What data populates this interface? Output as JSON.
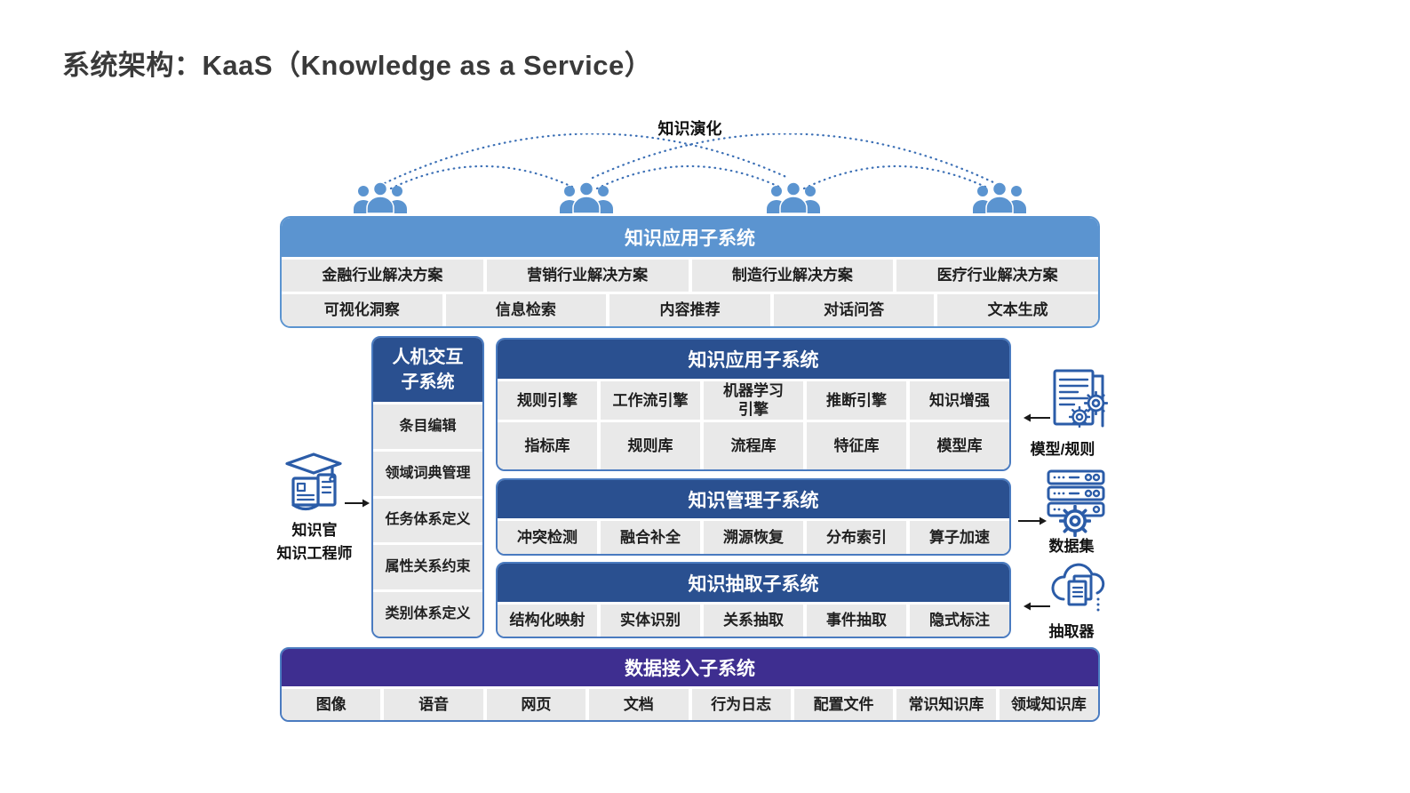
{
  "page": {
    "title": "系统架构：KaaS（Knowledge as a Service）"
  },
  "evolution": {
    "label": "知识演化"
  },
  "top_block": {
    "header": "知识应用子系统",
    "solutions": [
      "金融行业解决方案",
      "营销行业解决方案",
      "制造行业解决方案",
      "医疗行业解决方案"
    ],
    "capabilities": [
      "可视化洞察",
      "信息检索",
      "内容推荐",
      "对话问答",
      "文本生成"
    ]
  },
  "hmi_block": {
    "header_lines": [
      "人机交互",
      "子系统"
    ],
    "items": [
      "条目编辑",
      "领域词典管理",
      "任务体系定义",
      "属性关系约束",
      "类别体系定义"
    ]
  },
  "application_block": {
    "header": "知识应用子系统",
    "engines": [
      "规则引擎",
      "工作流引擎",
      "机器学习引擎",
      "推断引擎",
      "知识增强"
    ],
    "libraries": [
      "指标库",
      "规则库",
      "流程库",
      "特征库",
      "模型库"
    ]
  },
  "management_block": {
    "header": "知识管理子系统",
    "items": [
      "冲突检测",
      "融合补全",
      "溯源恢复",
      "分布索引",
      "算子加速"
    ]
  },
  "extraction_block": {
    "header": "知识抽取子系统",
    "items": [
      "结构化映射",
      "实体识别",
      "关系抽取",
      "事件抽取",
      "隐式标注"
    ]
  },
  "data_access_block": {
    "header": "数据接入子系统",
    "items": [
      "图像",
      "语音",
      "网页",
      "文档",
      "行为日志",
      "配置文件",
      "常识知识库",
      "领域知识库"
    ]
  },
  "actors": {
    "knowledge_engineer": {
      "line1": "知识官",
      "line2": "知识工程师"
    },
    "model_rules": {
      "label": "模型/规则"
    },
    "dataset": {
      "label": "数据集"
    },
    "extractor": {
      "label": "抽取器"
    }
  },
  "icons": {
    "left": "graduate-book-icon",
    "right_top": "document-gears-icon",
    "right_middle": "server-gear-icon",
    "right_bottom": "cloud-documents-icon",
    "users": "user-group-icon"
  },
  "colors": {
    "light_blue": "#5b94d0",
    "dark_blue": "#2a5090",
    "purple": "#3e2e90",
    "cell_gray": "#e9e9e9",
    "icon_blue": "#2b5ca8",
    "arc_blue": "#3b6fb5",
    "arrow_black": "#1a1a1a"
  }
}
